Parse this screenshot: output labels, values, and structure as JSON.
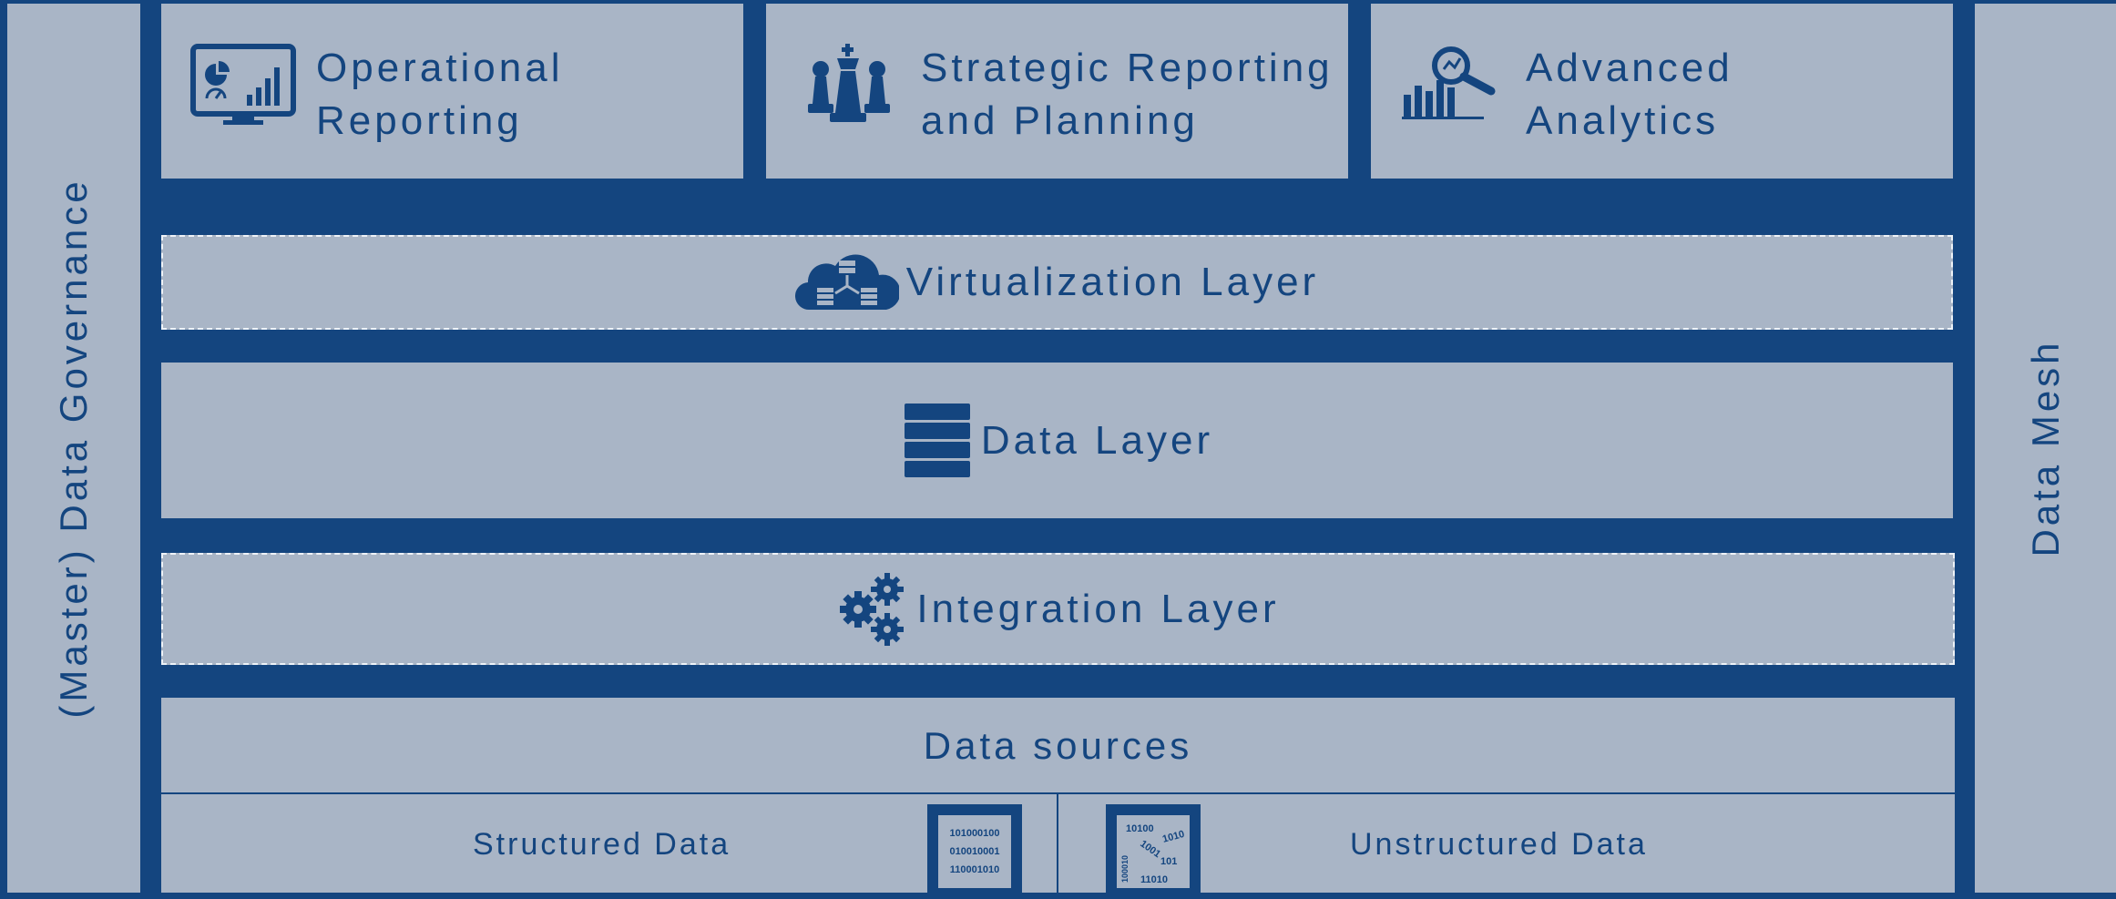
{
  "governance": {
    "label": "(Master) Data Governance"
  },
  "mesh": {
    "label": "Data Mesh"
  },
  "top_boxes": [
    {
      "line1": "Operational",
      "line2": "Reporting",
      "icon": "dashboard-icon"
    },
    {
      "line1": "Strategic Reporting",
      "line2": "and Planning",
      "icon": "chess-pieces-icon"
    },
    {
      "line1": "Advanced",
      "line2": "Analytics",
      "icon": "analytics-magnifier-icon"
    }
  ],
  "virtualization": {
    "label": "Virtualization Layer",
    "icon": "cloud-database-icon"
  },
  "data_layer": {
    "label": "Data Layer",
    "icon": "database-stack-icon"
  },
  "integration": {
    "label": "Integration Layer",
    "icon": "gears-icon"
  },
  "data_sources": {
    "title": "Data sources",
    "structured": {
      "label": "Structured Data",
      "binary": [
        "101000100",
        "010010001",
        "110001010"
      ]
    },
    "unstructured": {
      "label": "Unstructured Data",
      "binary": [
        "10100",
        "1010",
        "1001",
        "101",
        "100010",
        "11010"
      ]
    }
  },
  "colors": {
    "background": "#14457f",
    "panel": "#a9b5c6",
    "text": "#14457f",
    "dash": "#eef2f7"
  }
}
